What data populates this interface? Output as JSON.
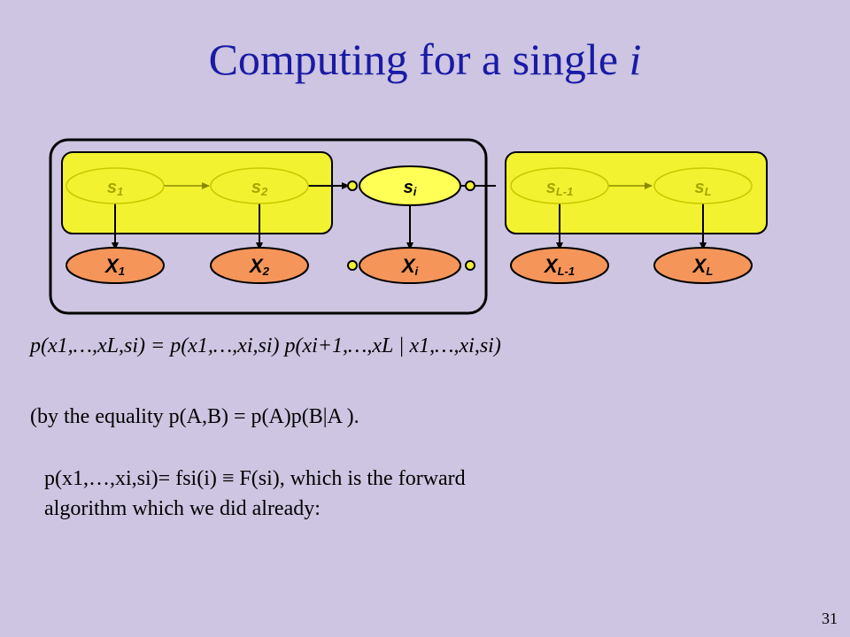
{
  "title": {
    "prefix": "Computing for a single",
    "variable": "i"
  },
  "nodes": {
    "s1": "s",
    "s1_sub": "1",
    "s2": "s",
    "s2_sub": "2",
    "si": "s",
    "si_sub": "i",
    "sL1": "s",
    "sL1_sub": "L-1",
    "sL": "s",
    "sL_sub": "L",
    "x1": "X",
    "x1_sub": "1",
    "x2": "X",
    "x2_sub": "2",
    "xi": "X",
    "xi_sub": "i",
    "xL1": "X",
    "xL1_sub": "L-1",
    "xL": "X",
    "xL_sub": "L"
  },
  "equations": {
    "joint_lhs": "p(x1,…,xL,si) = ",
    "joint_rhs": "p(x1,…,xi,si) p(xi+1,…,xL | x1,…,xi,si)",
    "equality_note": "(by the equality p(A,B) = p(A)p(B|A ).",
    "forward_line1": "p(x1,…,xi,si)= fsi(i) ≡ F(si), which is the forward",
    "forward_line2": "algorithm which we did already:"
  },
  "page_number": "31",
  "colors": {
    "background": "#cdc5e1",
    "title": "#1a1aa6",
    "yellow_box": "#f2f230",
    "si_node": "#ffff55",
    "x_node": "#f5955a",
    "s_node_text": "#a6a600"
  }
}
